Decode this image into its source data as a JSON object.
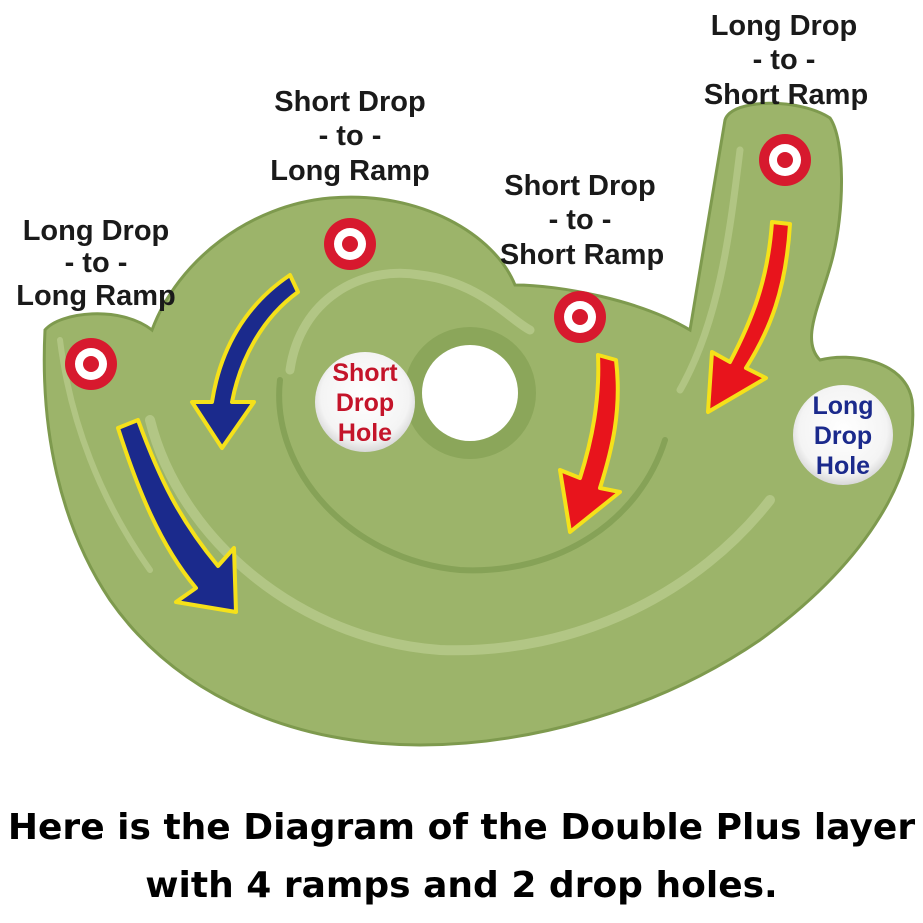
{
  "labels": {
    "long_long": [
      "Long Drop",
      "- to -",
      "Long Ramp"
    ],
    "short_long": [
      "Short Drop",
      "- to -",
      "Long Ramp"
    ],
    "short_short": [
      "Short Drop",
      "- to -",
      "Short Ramp"
    ],
    "long_short": [
      "Long Drop",
      "- to -",
      "Short Ramp"
    ]
  },
  "holes": {
    "short": [
      "Short",
      "Drop",
      "Hole"
    ],
    "long": [
      "Long",
      "Drop",
      "Hole"
    ]
  },
  "caption": {
    "line1": "Here is the Diagram of the Double Plus layer",
    "line2": "with 4 ramps and 2 drop holes."
  },
  "colors": {
    "tray": "#9cb46a",
    "tray_dark": "#7e9a4e",
    "tray_light": "#b6c98a",
    "target_red": "#d7192e",
    "arrow_blue": "#1b2a8c",
    "arrow_red": "#e8141c",
    "arrow_outline": "#f5e11a",
    "short_hole_text": "#c4142a",
    "long_hole_text": "#1b2a8c"
  }
}
